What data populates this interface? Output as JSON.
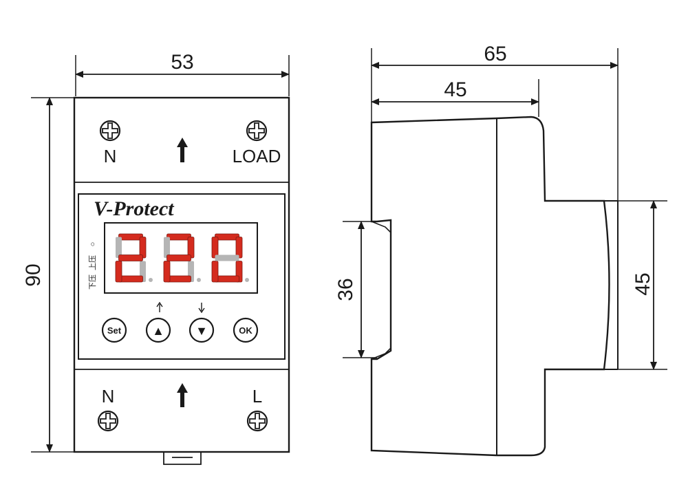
{
  "front": {
    "dim_width": "53",
    "dim_height": "90",
    "top_left_label": "N",
    "top_right_label": "LOAD",
    "bottom_left_label": "N",
    "bottom_right_label": "L",
    "brand": "V-Protect",
    "display": {
      "segment_color": "#d42b1e",
      "unlit_color": "#b5b5b5"
    },
    "side_indicators": [
      "○",
      "上压",
      "下压"
    ],
    "buttons": {
      "set": "Set",
      "up": "▲",
      "down": "▼",
      "ok": "OK"
    }
  },
  "side": {
    "dim_total_depth": "65",
    "dim_front_depth": "45",
    "dim_rail": "36",
    "dim_body": "45"
  }
}
